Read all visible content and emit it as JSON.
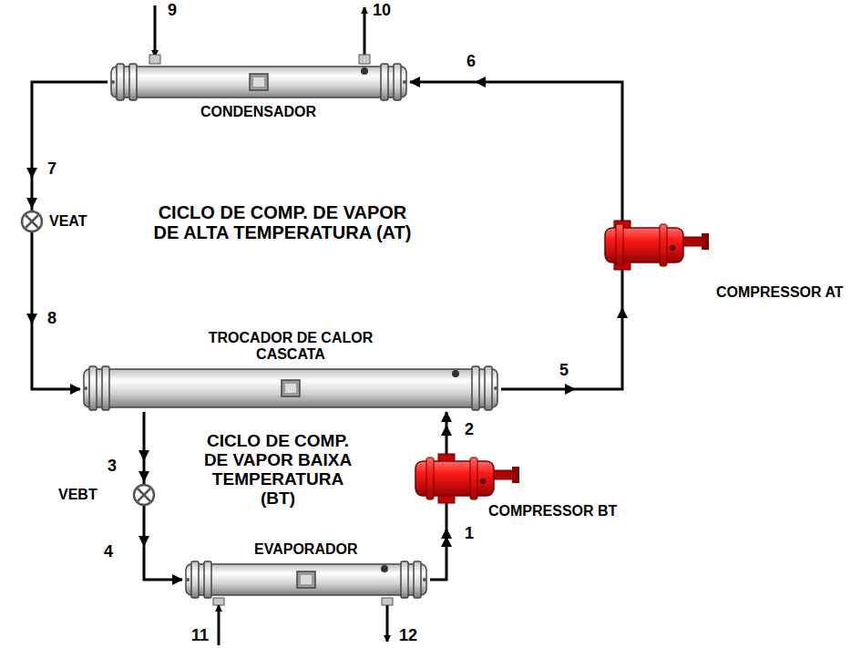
{
  "diagram": {
    "nodes": [
      {
        "text": [
          "CONDENSADOR"
        ]
      },
      {
        "text": [
          "VEAT"
        ]
      },
      {
        "text": [
          "COMPRESSOR AT"
        ]
      },
      {
        "text": [
          "TROCADOR DE CALOR CASCATA"
        ]
      },
      {
        "text": [
          "VEBT"
        ]
      },
      {
        "text": [
          "COMPRESSOR BT"
        ]
      },
      {
        "text": [
          "EVAPORADOR"
        ]
      }
    ],
    "edges": [
      {
        "from": 0,
        "to": 1,
        "arrow": "to"
      },
      {
        "from": 1,
        "to": 3,
        "arrow": "to"
      },
      {
        "from": 3,
        "to": 2,
        "arrow": "to"
      },
      {
        "from": 2,
        "to": 0,
        "arrow": "to"
      },
      {
        "from": 3,
        "to": 4,
        "arrow": "to"
      },
      {
        "from": 4,
        "to": 6,
        "arrow": "to"
      },
      {
        "from": 6,
        "to": 5,
        "arrow": "to"
      },
      {
        "from": 5,
        "to": 3,
        "arrow": "to"
      }
    ],
    "labels": [
      "9",
      "10",
      "6",
      "CICLO DE COMP. DE VAPOR DE ALTA TEMPERATURA (AT)",
      "7",
      "8",
      "5",
      "2",
      "3",
      "CICLO DE COMP. DE VAPOR BAIXA TEMPERATURA (BT)",
      "4",
      "1",
      "11",
      "12"
    ]
  }
}
